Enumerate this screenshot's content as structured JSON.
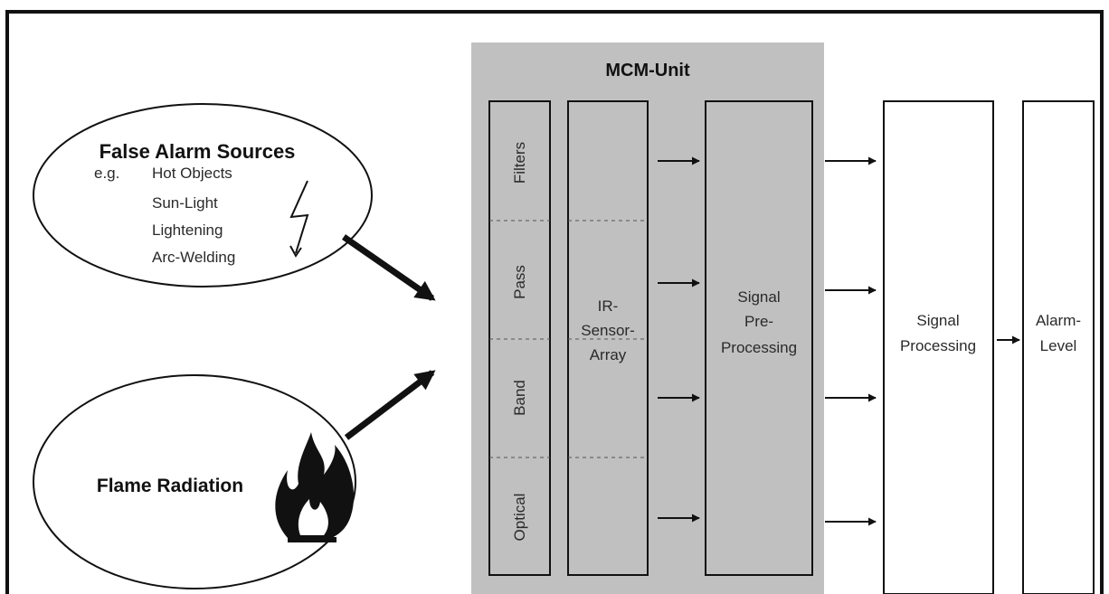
{
  "mcm_unit": {
    "title": "MCM-Unit",
    "filter_segments": [
      "Filters",
      "Pass",
      "Band",
      "Optical"
    ],
    "sensor_array": [
      "IR-",
      "Sensor-",
      "Array"
    ],
    "pre_processing": [
      "Signal",
      "Pre-",
      "Processing"
    ]
  },
  "false_alarm": {
    "title": "False Alarm Sources",
    "eg": "e.g.",
    "items": [
      "Hot Objects",
      "Sun-Light",
      "Lightening",
      "Arc-Welding"
    ]
  },
  "flame": {
    "title": "Flame Radiation"
  },
  "signal_processing": [
    "Signal",
    "Processing"
  ],
  "alarm_level": [
    "Alarm-",
    "Level"
  ],
  "colors": {
    "unit_fill": "#c0c0c0",
    "line": "#111111",
    "dash": "#555555"
  },
  "icons": [
    "lightning-icon",
    "flame-icon"
  ]
}
